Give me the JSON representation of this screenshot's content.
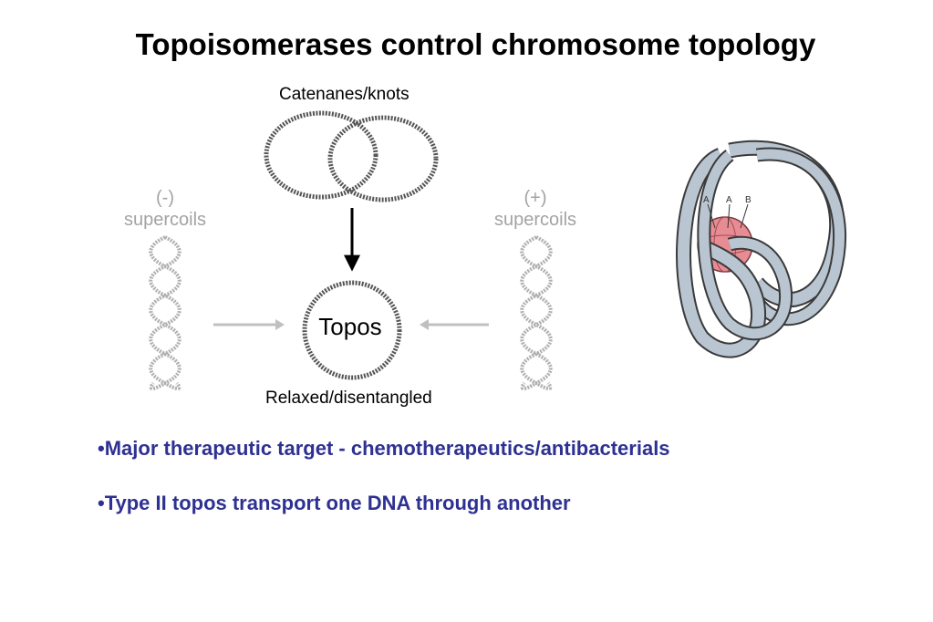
{
  "title": "Topoisomerases control chromosome topology",
  "diagram": {
    "catenanes_label": "Catenanes/knots",
    "relaxed_label": "Relaxed/disentangled",
    "center_label": "Topos",
    "neg_supercoils": {
      "sign": "(-)",
      "word": "supercoils"
    },
    "pos_supercoils": {
      "sign": "(+)",
      "word": "supercoils"
    },
    "inset_letters": [
      "A",
      "A",
      "B"
    ],
    "colors": {
      "ribbon": "#b9c6d2",
      "ribbon_edge": "#3a3a3a",
      "sphere": "#e88c94",
      "supercoil": "#b0b0b0",
      "arrow_gray": "#c0c0c0"
    }
  },
  "bullets": [
    "Major therapeutic target - chemotherapeutics/antibacterials",
    "Type II topos transport one DNA through another"
  ]
}
